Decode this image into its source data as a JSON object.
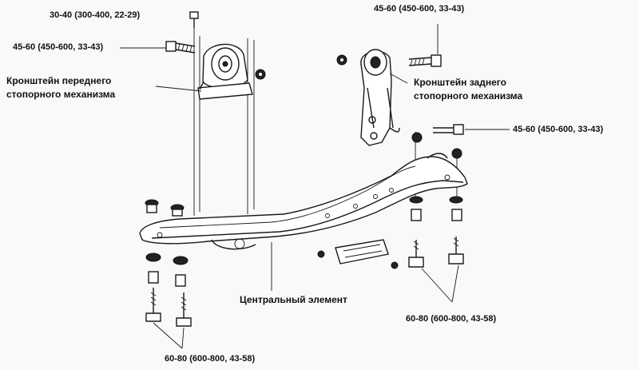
{
  "labels": {
    "torque_top": "30-40 (300-400, 22-29)",
    "torque_front_bolt": "45-60 (450-600, 33-43)",
    "torque_rear_top": "45-60 (450-600, 33-43)",
    "torque_rear_side": "45-60 (450-600, 33-43)",
    "torque_bottom_right": "60-80 (600-800, 43-58)",
    "torque_bottom_left": "60-80 (600-800, 43-58)",
    "front_bracket_line1": "Кронштейн переднего",
    "front_bracket_line2": "стопорного механизма",
    "rear_bracket_line1": "Кронштейн заднего",
    "rear_bracket_line2": "стопорного механизма",
    "center_member": "Центральный элемент"
  },
  "colors": {
    "ink": "#1a1a1a",
    "paper": "#f9f9f7"
  }
}
